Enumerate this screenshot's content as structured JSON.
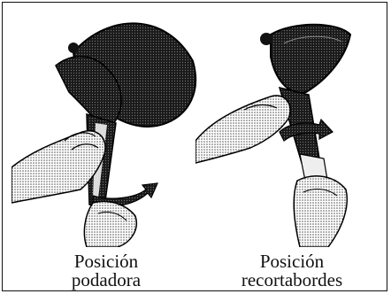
{
  "figure": {
    "left": {
      "line1": "Posición",
      "line2": "podadora",
      "illustration": "hand-rotating-trimmer-head-icon"
    },
    "right": {
      "line1": "Posición",
      "line2": "recortabordes",
      "illustration": "hand-rotating-trimmer-head-icon"
    }
  }
}
